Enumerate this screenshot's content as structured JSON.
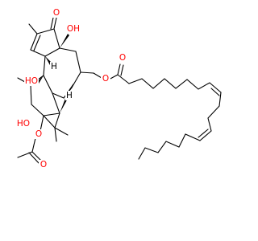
{
  "colors": {
    "oxygen": "#ff0000",
    "carbon": "#000000",
    "hydrogen": "#000000",
    "background": "#ffffff"
  },
  "atoms": {
    "ketone_o": "O",
    "oh_top": "OH",
    "oh_mid": "HO",
    "oh_low": "HO",
    "h_ring_a": "H",
    "h_ring_b": "H",
    "ester_o_link": "O",
    "ester_o_carbonyl": "O",
    "acetate_o_link": "O",
    "acetate_o_carbonyl": "O"
  }
}
